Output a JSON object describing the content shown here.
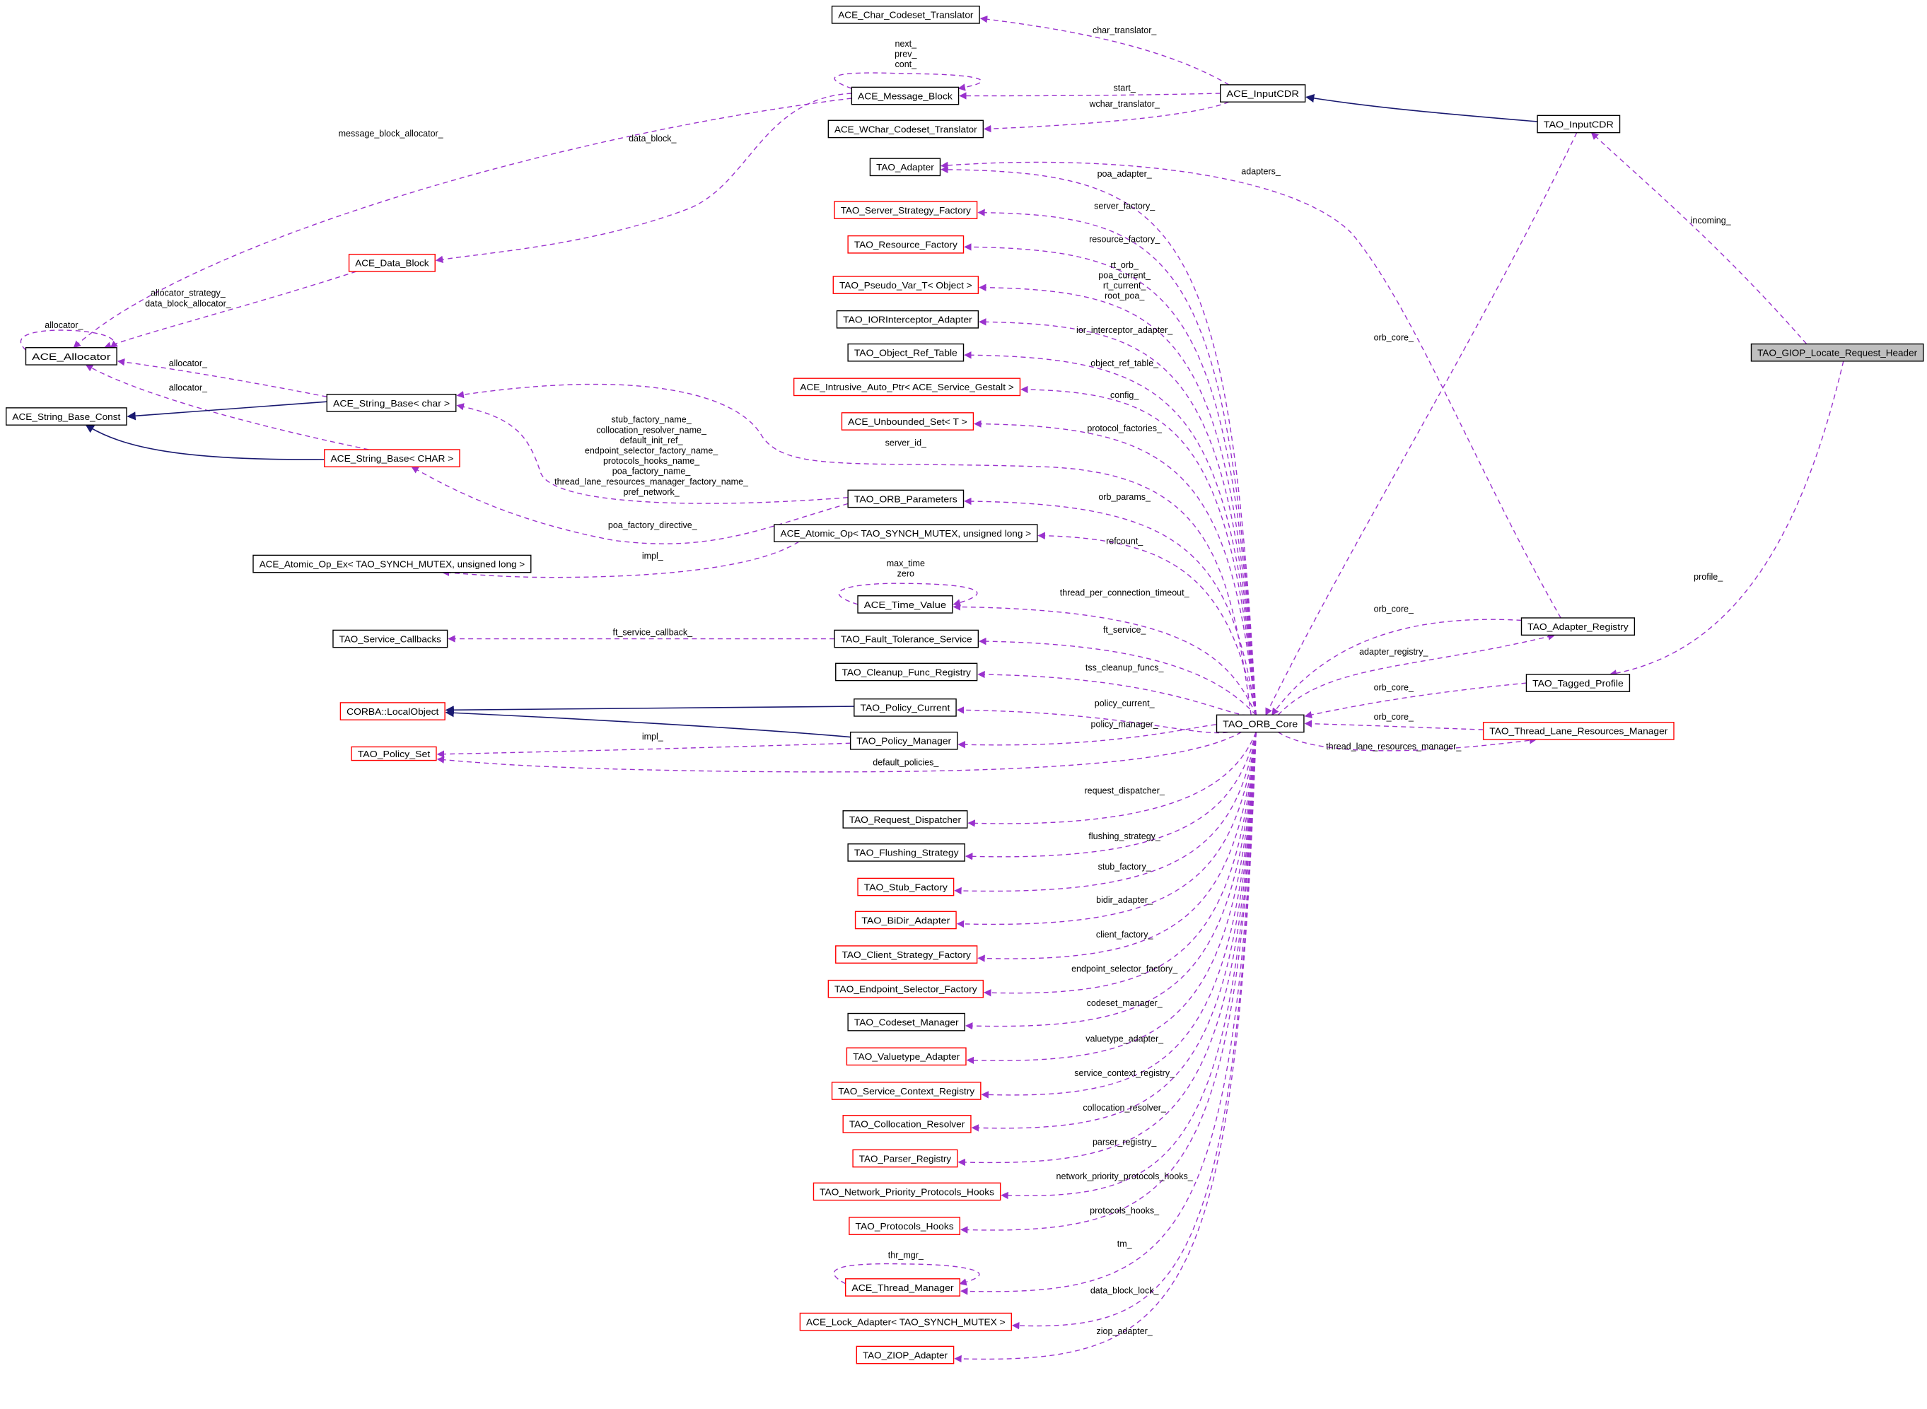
{
  "diagram": {
    "title": "TAO_GIOP_Locate_Request_Header collaboration diagram",
    "colors": {
      "usage_edge": "#9a32cd",
      "inheritance_edge": "#191970",
      "border_default": "#000000",
      "border_incomplete": "#ff0000",
      "focus_fill": "#bfbfbf"
    },
    "nodes": [
      {
        "label": "ACE_Char_Codeset_Translator",
        "border": "black"
      },
      {
        "label": "ACE_Message_Block",
        "border": "black"
      },
      {
        "label": "ACE_WChar_Codeset_Translator",
        "border": "black"
      },
      {
        "label": "TAO_Adapter",
        "border": "black"
      },
      {
        "label": "TAO_Server_Strategy_Factory",
        "border": "red"
      },
      {
        "label": "TAO_Resource_Factory",
        "border": "red"
      },
      {
        "label": "TAO_Pseudo_Var_T< Object >",
        "border": "red"
      },
      {
        "label": "TAO_IORInterceptor_Adapter",
        "border": "black"
      },
      {
        "label": "TAO_Object_Ref_Table",
        "border": "black"
      },
      {
        "label": "ACE_Intrusive_Auto_Ptr< ACE_Service_Gestalt >",
        "border": "red"
      },
      {
        "label": "ACE_Unbounded_Set< T >",
        "border": "red"
      },
      {
        "label": "TAO_ORB_Parameters",
        "border": "black"
      },
      {
        "label": "ACE_Atomic_Op< TAO_SYNCH_MUTEX, unsigned long >",
        "border": "black"
      },
      {
        "label": "ACE_Time_Value",
        "border": "black"
      },
      {
        "label": "TAO_Fault_Tolerance_Service",
        "border": "black"
      },
      {
        "label": "TAO_Cleanup_Func_Registry",
        "border": "black"
      },
      {
        "label": "TAO_Policy_Current",
        "border": "black"
      },
      {
        "label": "TAO_Policy_Manager",
        "border": "black"
      },
      {
        "label": "TAO_Request_Dispatcher",
        "border": "black"
      },
      {
        "label": "TAO_Flushing_Strategy",
        "border": "black"
      },
      {
        "label": "TAO_Stub_Factory",
        "border": "red"
      },
      {
        "label": "TAO_BiDir_Adapter",
        "border": "red"
      },
      {
        "label": "TAO_Client_Strategy_Factory",
        "border": "red"
      },
      {
        "label": "TAO_Endpoint_Selector_Factory",
        "border": "red"
      },
      {
        "label": "TAO_Codeset_Manager",
        "border": "black"
      },
      {
        "label": "TAO_Valuetype_Adapter",
        "border": "red"
      },
      {
        "label": "TAO_Service_Context_Registry",
        "border": "red"
      },
      {
        "label": "TAO_Collocation_Resolver",
        "border": "red"
      },
      {
        "label": "TAO_Parser_Registry",
        "border": "red"
      },
      {
        "label": "TAO_Network_Priority_Protocols_Hooks",
        "border": "red"
      },
      {
        "label": "TAO_Protocols_Hooks",
        "border": "red"
      },
      {
        "label": "ACE_Thread_Manager",
        "border": "red"
      },
      {
        "label": "ACE_Lock_Adapter< TAO_SYNCH_MUTEX >",
        "border": "red"
      },
      {
        "label": "TAO_ZIOP_Adapter",
        "border": "red"
      },
      {
        "label": "ACE_InputCDR",
        "border": "black"
      },
      {
        "label": "TAO_InputCDR",
        "border": "black"
      },
      {
        "label": "TAO_GIOP_Locate_Request_Header",
        "border": "gray"
      },
      {
        "label": "TAO_Adapter_Registry",
        "border": "black"
      },
      {
        "label": "TAO_Tagged_Profile",
        "border": "black"
      },
      {
        "label": "TAO_ORB_Core",
        "border": "black"
      },
      {
        "label": "TAO_Thread_Lane_Resources_Manager",
        "border": "red"
      },
      {
        "label": "ACE_Allocator",
        "border": "black"
      },
      {
        "label": "ACE_String_Base_Const",
        "border": "black"
      },
      {
        "label": "ACE_Data_Block",
        "border": "red"
      },
      {
        "label": "ACE_String_Base< char >",
        "border": "black"
      },
      {
        "label": "ACE_String_Base< CHAR >",
        "border": "red"
      },
      {
        "label": "ACE_Atomic_Op_Ex< TAO_SYNCH_MUTEX, unsigned long >",
        "border": "black"
      },
      {
        "label": "TAO_Service_Callbacks",
        "border": "black"
      },
      {
        "label": "CORBA::LocalObject",
        "border": "red"
      },
      {
        "label": "TAO_Policy_Set",
        "border": "red"
      }
    ],
    "edges": [
      {
        "from": 39,
        "to": 3,
        "type": "usage",
        "labels": [
          "poa_adapter_"
        ]
      },
      {
        "from": 39,
        "to": 4,
        "type": "usage",
        "labels": [
          "server_factory_"
        ]
      },
      {
        "from": 39,
        "to": 5,
        "type": "usage",
        "labels": [
          "resource_factory_"
        ]
      },
      {
        "from": 39,
        "to": 6,
        "type": "usage",
        "labels": [
          "rt_orb_",
          "poa_current_",
          "rt_current_",
          "root_poa_"
        ]
      },
      {
        "from": 39,
        "to": 7,
        "type": "usage",
        "labels": [
          "ior_interceptor_adapter_"
        ]
      },
      {
        "from": 39,
        "to": 8,
        "type": "usage",
        "labels": [
          "object_ref_table_"
        ]
      },
      {
        "from": 39,
        "to": 9,
        "type": "usage",
        "labels": [
          "config_"
        ]
      },
      {
        "from": 39,
        "to": 10,
        "type": "usage",
        "labels": [
          "protocol_factories_"
        ]
      },
      {
        "from": 39,
        "to": 11,
        "type": "usage",
        "labels": [
          "orb_params_"
        ]
      },
      {
        "from": 39,
        "to": 12,
        "type": "usage",
        "labels": [
          "refcount_"
        ]
      },
      {
        "from": 39,
        "to": 13,
        "type": "usage",
        "labels": [
          "thread_per_connection_timeout_"
        ]
      },
      {
        "from": 39,
        "to": 14,
        "type": "usage",
        "labels": [
          "ft_service_"
        ]
      },
      {
        "from": 39,
        "to": 15,
        "type": "usage",
        "labels": [
          "tss_cleanup_funcs_"
        ]
      },
      {
        "from": 39,
        "to": 16,
        "type": "usage",
        "labels": [
          "policy_current_"
        ]
      },
      {
        "from": 39,
        "to": 17,
        "type": "usage",
        "labels": [
          "policy_manager_"
        ]
      },
      {
        "from": 39,
        "to": 18,
        "type": "usage",
        "labels": [
          "request_dispatcher_"
        ]
      },
      {
        "from": 39,
        "to": 19,
        "type": "usage",
        "labels": [
          "flushing_strategy_"
        ]
      },
      {
        "from": 39,
        "to": 20,
        "type": "usage",
        "labels": [
          "stub_factory_"
        ]
      },
      {
        "from": 39,
        "to": 21,
        "type": "usage",
        "labels": [
          "bidir_adapter_"
        ]
      },
      {
        "from": 39,
        "to": 22,
        "type": "usage",
        "labels": [
          "client_factory_"
        ]
      },
      {
        "from": 39,
        "to": 23,
        "type": "usage",
        "labels": [
          "endpoint_selector_factory_"
        ]
      },
      {
        "from": 39,
        "to": 24,
        "type": "usage",
        "labels": [
          "codeset_manager_"
        ]
      },
      {
        "from": 39,
        "to": 25,
        "type": "usage",
        "labels": [
          "valuetype_adapter_"
        ]
      },
      {
        "from": 39,
        "to": 26,
        "type": "usage",
        "labels": [
          "service_context_registry_"
        ]
      },
      {
        "from": 39,
        "to": 27,
        "type": "usage",
        "labels": [
          "collocation_resolver_"
        ]
      },
      {
        "from": 39,
        "to": 28,
        "type": "usage",
        "labels": [
          "parser_registry_"
        ]
      },
      {
        "from": 39,
        "to": 29,
        "type": "usage",
        "labels": [
          "network_priority_protocols_hooks_"
        ]
      },
      {
        "from": 39,
        "to": 30,
        "type": "usage",
        "labels": [
          "protocols_hooks_"
        ]
      },
      {
        "from": 39,
        "to": 31,
        "type": "usage",
        "labels": [
          "tm_"
        ]
      },
      {
        "from": 39,
        "to": 32,
        "type": "usage",
        "labels": [
          "data_block_lock_"
        ]
      },
      {
        "from": 39,
        "to": 33,
        "type": "usage",
        "labels": [
          "ziop_adapter_"
        ]
      },
      {
        "from": 39,
        "to": 44,
        "type": "usage",
        "labels": [
          "server_id_"
        ]
      },
      {
        "from": 39,
        "to": 49,
        "type": "usage",
        "labels": [
          "default_policies_"
        ]
      },
      {
        "from": 34,
        "to": 0,
        "type": "usage",
        "labels": [
          "char_translator_"
        ]
      },
      {
        "from": 34,
        "to": 1,
        "type": "usage",
        "labels": [
          "start_"
        ]
      },
      {
        "from": 34,
        "to": 2,
        "type": "usage",
        "labels": [
          "wchar_translator_"
        ]
      },
      {
        "from": 1,
        "to": 1,
        "type": "usage",
        "labels": [
          "next_",
          "prev_",
          "cont_"
        ]
      },
      {
        "from": 1,
        "to": 41,
        "type": "usage",
        "labels": [
          "message_block_allocator_"
        ]
      },
      {
        "from": 1,
        "to": 43,
        "type": "usage",
        "labels": [
          "data_block_"
        ]
      },
      {
        "from": 43,
        "to": 41,
        "type": "usage",
        "labels": [
          "allocator_strategy_",
          "data_block_allocator_"
        ]
      },
      {
        "from": 41,
        "to": 41,
        "type": "usage",
        "labels": [
          "allocator_"
        ]
      },
      {
        "from": 44,
        "to": 41,
        "type": "usage",
        "labels": [
          "allocator_"
        ]
      },
      {
        "from": 45,
        "to": 41,
        "type": "usage",
        "labels": [
          "allocator_"
        ]
      },
      {
        "from": 11,
        "to": 44,
        "type": "usage",
        "labels": [
          "stub_factory_name_",
          "collocation_resolver_name_",
          "default_init_ref_",
          "endpoint_selector_factory_name_",
          "protocols_hooks_name_",
          "poa_factory_name_",
          "thread_lane_resources_manager_factory_name_",
          "pref_network_"
        ]
      },
      {
        "from": 11,
        "to": 45,
        "type": "usage",
        "labels": [
          "poa_factory_directive_"
        ]
      },
      {
        "from": 12,
        "to": 46,
        "type": "usage",
        "labels": [
          "impl_"
        ]
      },
      {
        "from": 13,
        "to": 13,
        "type": "usage",
        "labels": [
          "max_time",
          "zero"
        ]
      },
      {
        "from": 14,
        "to": 47,
        "type": "usage",
        "labels": [
          "ft_service_callback_"
        ]
      },
      {
        "from": 16,
        "to": 48,
        "type": "inheritance",
        "labels": []
      },
      {
        "from": 17,
        "to": 48,
        "type": "inheritance",
        "labels": []
      },
      {
        "from": 17,
        "to": 49,
        "type": "usage",
        "labels": [
          "impl_"
        ]
      },
      {
        "from": 31,
        "to": 31,
        "type": "usage",
        "labels": [
          "thr_mgr_"
        ]
      },
      {
        "from": 37,
        "to": 3,
        "type": "usage",
        "labels": [
          "adapters_"
        ]
      },
      {
        "from": 35,
        "to": 34,
        "type": "inheritance",
        "labels": []
      },
      {
        "from": 35,
        "to": 39,
        "type": "usage",
        "labels": [
          "orb_core_"
        ]
      },
      {
        "from": 36,
        "to": 35,
        "type": "usage",
        "labels": [
          "incoming_"
        ]
      },
      {
        "from": 36,
        "to": 38,
        "type": "usage",
        "labels": [
          "profile_"
        ]
      },
      {
        "from": 37,
        "to": 39,
        "type": "usage",
        "labels": [
          "orb_core_"
        ]
      },
      {
        "from": 39,
        "to": 37,
        "type": "usage",
        "labels": [
          "adapter_registry_"
        ]
      },
      {
        "from": 38,
        "to": 39,
        "type": "usage",
        "labels": [
          "orb_core_"
        ]
      },
      {
        "from": 40,
        "to": 39,
        "type": "usage",
        "labels": [
          "orb_core_"
        ]
      },
      {
        "from": 39,
        "to": 40,
        "type": "usage",
        "labels": [
          "thread_lane_resources_manager_"
        ]
      },
      {
        "from": 44,
        "to": 42,
        "type": "inheritance",
        "labels": []
      },
      {
        "from": 45,
        "to": 42,
        "type": "inheritance",
        "labels": []
      }
    ]
  }
}
